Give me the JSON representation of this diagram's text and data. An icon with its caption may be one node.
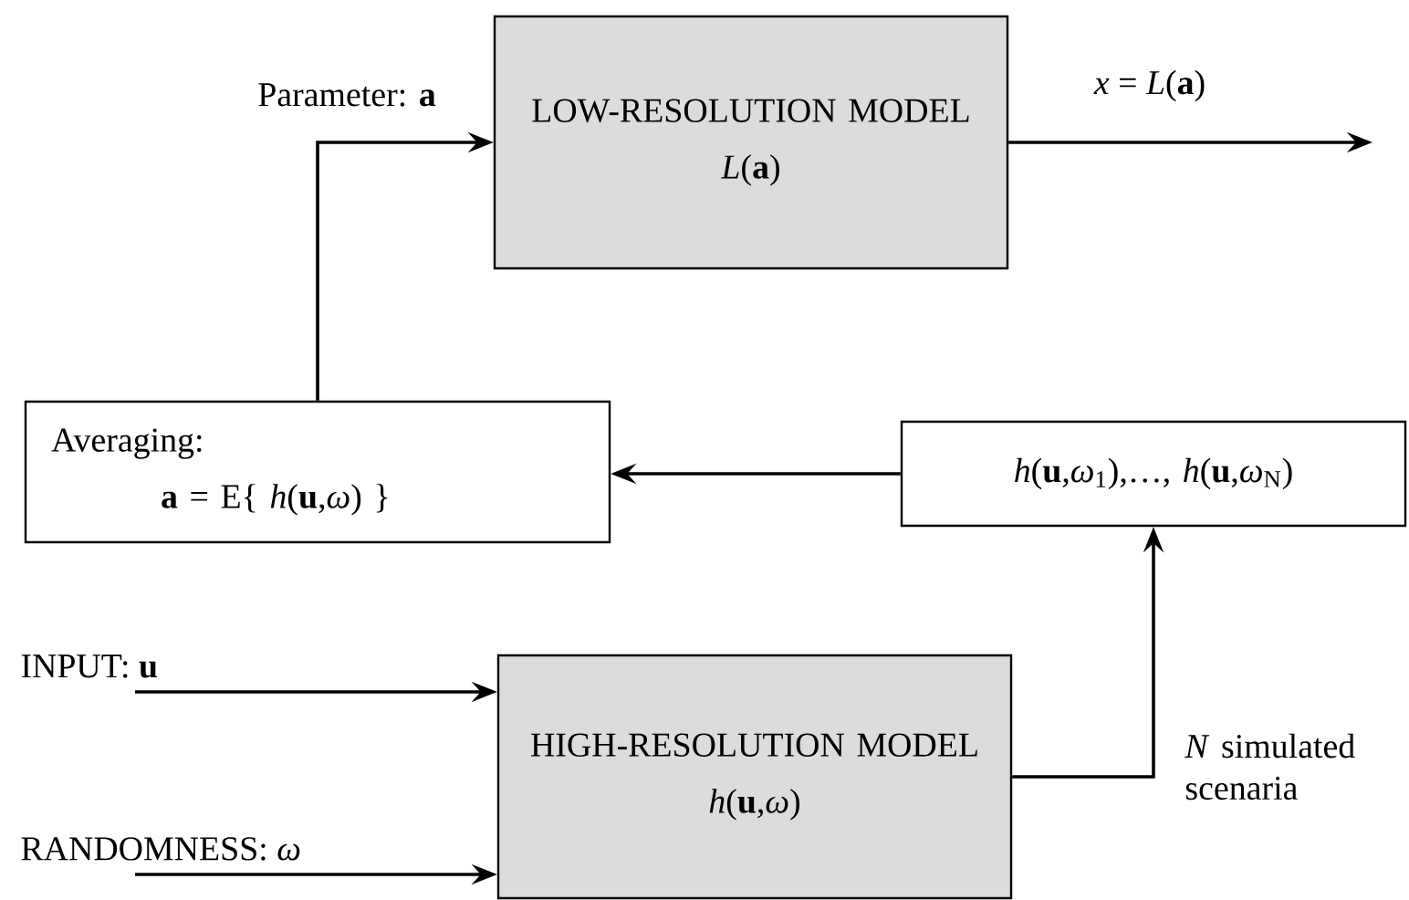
{
  "diagram": {
    "nodes": [
      {
        "text": [
          "LOW-RESOLUTION MODEL",
          "*L*(**a**)"
        ]
      },
      {
        "text": [
          "Averaging:",
          "**a** = E{ *h*(**u**,*ω*) }"
        ]
      },
      {
        "text": [
          "*h*(**u**,*ω*$_{1}$),…, *h*(**u**,*ω*$_{N}$)"
        ]
      },
      {
        "text": [
          "HIGH-RESOLUTION MODEL",
          "*h*(**u**,*ω*)"
        ]
      }
    ],
    "edges": [
      {
        "from": 1,
        "to": 0,
        "arrow": "to",
        "label": "Parameter: **a**"
      },
      {
        "from": 0,
        "to": null,
        "arrow": "to",
        "label": "*x* = *L*(**a**)"
      },
      {
        "from": 2,
        "to": 1,
        "arrow": "to"
      },
      {
        "from": 3,
        "to": 2,
        "arrow": "to",
        "label": "*N* simulated scenaria"
      },
      {
        "from": null,
        "to": 3,
        "arrow": "to",
        "label": "INPUT: **u**"
      },
      {
        "from": null,
        "to": 3,
        "arrow": "to",
        "label": "RANDOMNESS: *ω*"
      }
    ]
  }
}
